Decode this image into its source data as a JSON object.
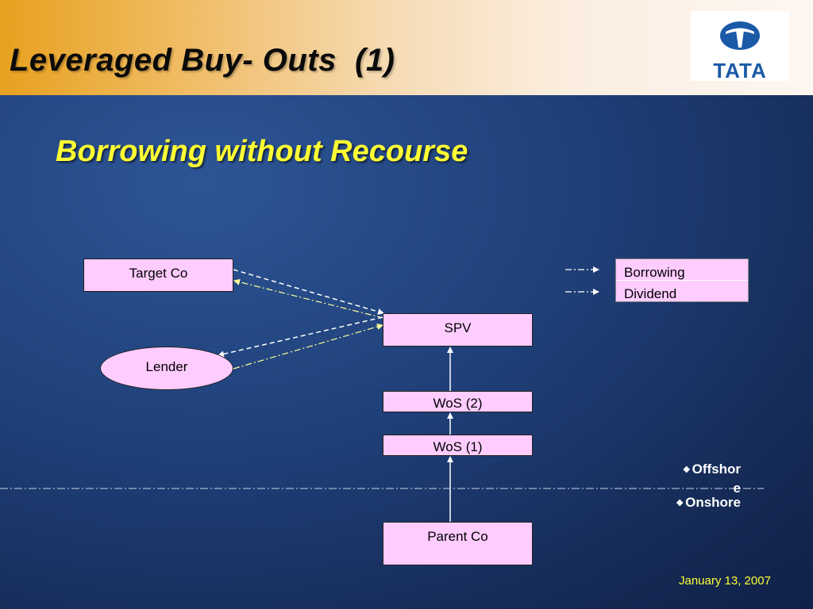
{
  "slide": {
    "title": "Leveraged Buy- Outs  (1)",
    "subtitle": "Borrowing without Recourse",
    "logo_text": "TATA",
    "date": "January 13, 2007"
  },
  "diagram": {
    "nodes": {
      "target_co": "Target Co",
      "lender": "Lender",
      "spv": "SPV",
      "wos2": "WoS (2)",
      "wos1": "WoS (1)",
      "parent_co": "Parent Co"
    },
    "legend": {
      "borrowing": "Borrowing",
      "dividend": "Dividend"
    },
    "regions": {
      "offshore_line1": "Offshor",
      "offshore_line2": "e",
      "onshore": "Onshore"
    }
  },
  "colors": {
    "node_fill": "#ffccff",
    "borrowing_line": "#ffffff",
    "dividend_line": "#ffff99",
    "subtitle": "#ffff33",
    "date": "#ffff33"
  }
}
